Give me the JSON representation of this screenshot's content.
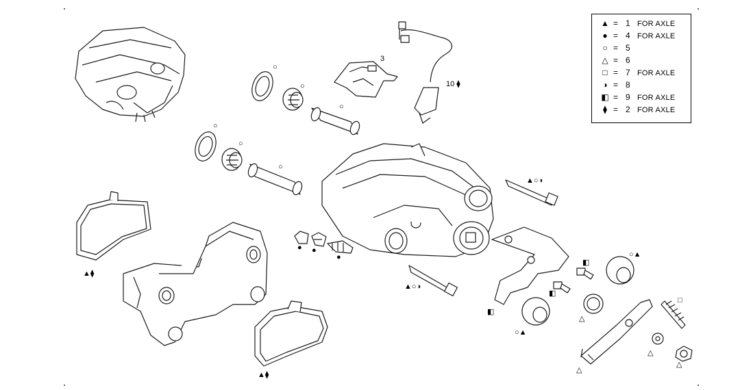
{
  "legend": {
    "rows": [
      {
        "symbol": "▲",
        "equals": "=",
        "number": "1",
        "note": "FOR AXLE"
      },
      {
        "symbol": "●",
        "equals": "=",
        "number": "4",
        "note": "FOR AXLE"
      },
      {
        "symbol": "○",
        "equals": "=",
        "number": "5",
        "note": ""
      },
      {
        "symbol": "△",
        "equals": "=",
        "number": "6",
        "note": ""
      },
      {
        "symbol": "□",
        "equals": "=",
        "number": "7",
        "note": "FOR AXLE"
      },
      {
        "symbol": "◑",
        "equals": "=",
        "number": "8",
        "note": ""
      },
      {
        "symbol": "◧",
        "equals": "=",
        "number": "9",
        "note": "FOR AXLE"
      },
      {
        "symbol": "⧫",
        "equals": "=",
        "number": "2",
        "note": "FOR AXLE"
      }
    ]
  },
  "callouts": {
    "sensor_wire": "10 ⧫",
    "spring_plate": "3",
    "pad_left": "▲⧫",
    "pad_bottom": "▲⧫",
    "seal_top": "○",
    "bush_top": "○",
    "pin_top": "○",
    "seal_mid": "○",
    "bush_mid": "○",
    "pin_mid": "○",
    "bolt_upper": "▲○◑",
    "bolt_lower": "▲○◑",
    "cap_a": "●",
    "cap_b": "●",
    "bleed": "●",
    "bush_right1": "○▲",
    "bush_right2": "○▲",
    "screw1": "◧",
    "screw2": "◧",
    "screw3": "◧",
    "seal_ring": "△",
    "spring": "□",
    "washer": "△",
    "nut": "△",
    "lever": "△"
  },
  "colors": {
    "line": "#1a1a1a",
    "fill": "#ffffff"
  }
}
